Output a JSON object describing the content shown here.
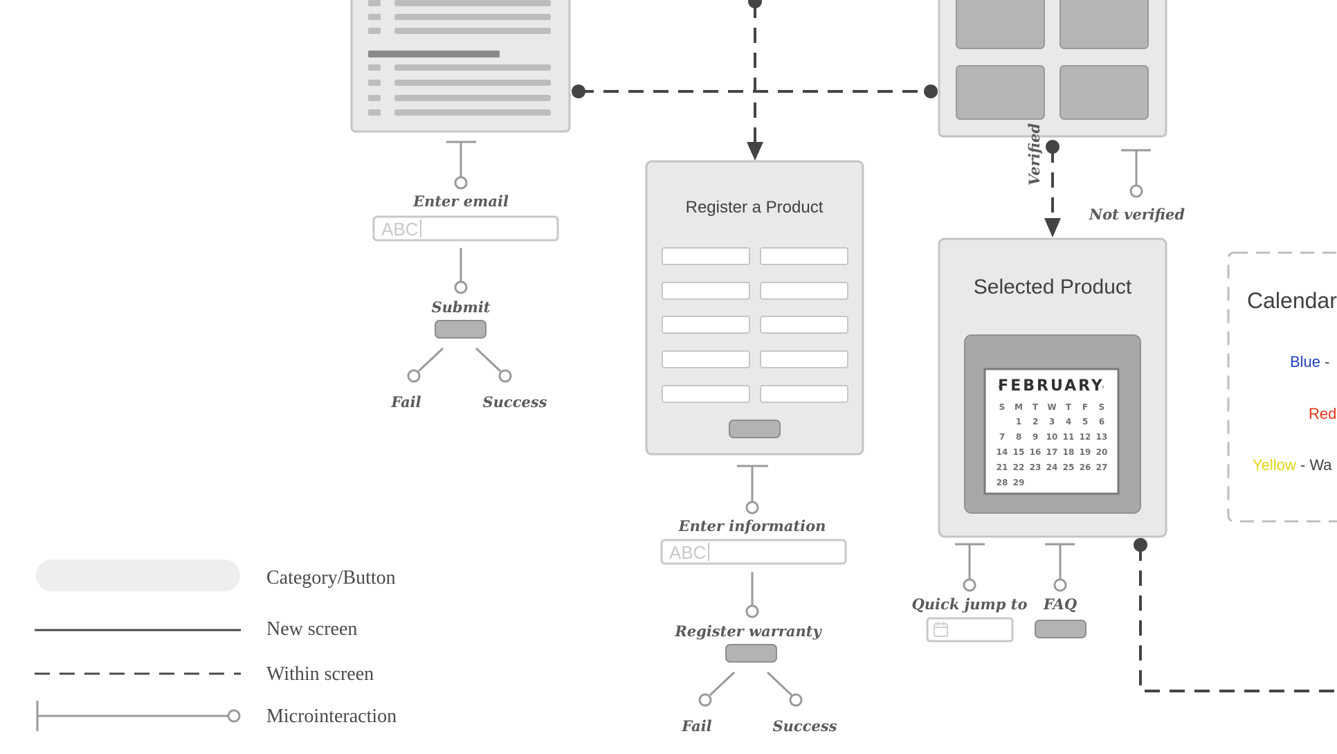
{
  "screens": {
    "register": {
      "title": "Register a Product"
    },
    "selected": {
      "title": "Selected Product"
    },
    "calendar": {
      "title": "Calendar",
      "legend_items": [
        {
          "color_word": "Blue",
          "color": "#1f3fbf",
          "rest": " - "
        },
        {
          "color_word": "Red",
          "color": "#e8341c",
          "rest": ""
        },
        {
          "color_word": "Yellow",
          "color": "#f2e21a",
          "rest": " - Wa"
        }
      ]
    }
  },
  "calendar_widget": {
    "month": "FEBRUARY",
    "weekdays": [
      "S",
      "M",
      "T",
      "W",
      "T",
      "F",
      "S"
    ],
    "weeks": [
      [
        "",
        "1",
        "2",
        "3",
        "4",
        "5",
        "6"
      ],
      [
        "7",
        "8",
        "9",
        "10",
        "11",
        "12",
        "13"
      ],
      [
        "14",
        "15",
        "16",
        "17",
        "18",
        "19",
        "20"
      ],
      [
        "21",
        "22",
        "23",
        "24",
        "25",
        "26",
        "27"
      ],
      [
        "28",
        "29",
        "",
        "",
        "",
        "",
        ""
      ]
    ]
  },
  "flows": {
    "email": {
      "field_label": "Enter email",
      "field_placeholder": "ABC",
      "button_label": "Submit",
      "fail": "Fail",
      "success": "Success"
    },
    "register": {
      "field_label": "Enter information",
      "field_placeholder": "ABC",
      "button_label": "Register warranty",
      "fail": "Fail",
      "success": "Success"
    },
    "verification": {
      "verified": "Verified",
      "not_verified": "Not verified"
    },
    "selected": {
      "quick_jump": "Quick jump to",
      "faq": "FAQ"
    }
  },
  "legend": {
    "category_button": "Category/Button",
    "new_screen": "New screen",
    "within_screen": "Within screen",
    "microinteraction": "Microinteraction"
  }
}
